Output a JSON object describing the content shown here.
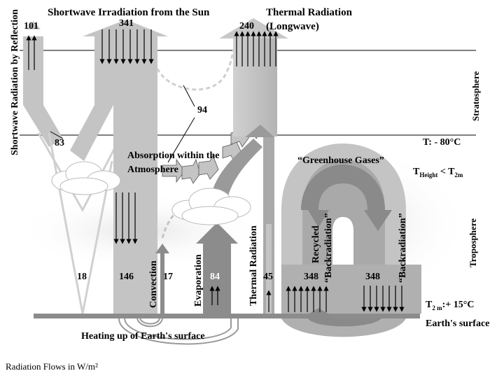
{
  "title_sun": "Shortwave Irradiation from the Sun",
  "title_thermal": "Thermal Radiation",
  "title_thermal_sub": "(Longwave)",
  "reflection_label": "Shortwave Radiation by Reflection",
  "stratosphere_label": "Stratosphere",
  "troposphere_label": "Troposphere",
  "temp_top": "T: - 80°C",
  "temp_height": "T",
  "temp_height_sub": "Height",
  "temp_lt": " < T",
  "temp_lt_sub": "2m",
  "temp_surface": "T",
  "temp_surface_sub": "2 m",
  "temp_surface_val": ":+ 15°C",
  "earth_surface": "Earth's surface",
  "heating_label": "Heating up of Earth's surface",
  "absorption_label_1": "Absorption within the",
  "absorption_label_2": "Atmosphere",
  "greenhouse_label": "“Greenhouse Gases”",
  "convection_label": "Convection",
  "evaporation_label": "Evaporation",
  "thermal_vert_label": "Thermal Radiation",
  "recycled_label_1": "Recycled",
  "recycled_label_2": "“Backradiation”",
  "backradiation_label": "“Backradiation”",
  "flows_label": "Radiation Flows in W/m²",
  "values": {
    "reflected_total": "101",
    "solar_in": "341",
    "outgoing_lw": "240",
    "absorbed_atmos": "94",
    "cloud_reflection": "83",
    "surface_reflection": "18",
    "surface_absorbed": "146",
    "convection": "17",
    "evaporation": "84",
    "window": "45",
    "surface_emission": "348",
    "back_radiation": "348"
  },
  "colors": {
    "light_gray": "#c4c4c4",
    "mid_gray": "#a9a9a9",
    "dark_gray": "#8a8a8a",
    "ground": "#8c8c8c"
  }
}
